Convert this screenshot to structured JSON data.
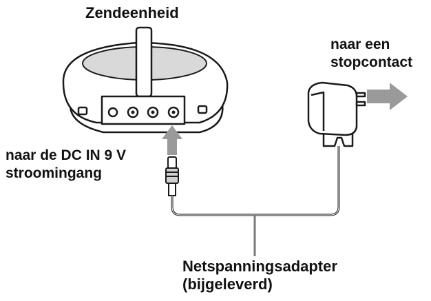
{
  "labels": {
    "transmitter": "Zendeenheid",
    "outlet_line1": "naar een",
    "outlet_line2": "stopcontact",
    "dcin_line1": "naar de DC IN 9 V",
    "dcin_line2": "stroomingang",
    "adapter_line1": "Netspanningsadapter",
    "adapter_line2": "(bijgeleverd)"
  },
  "colors": {
    "arrow": "#9a9a9a",
    "outline": "#1a1a1a",
    "background": "#ffffff"
  }
}
